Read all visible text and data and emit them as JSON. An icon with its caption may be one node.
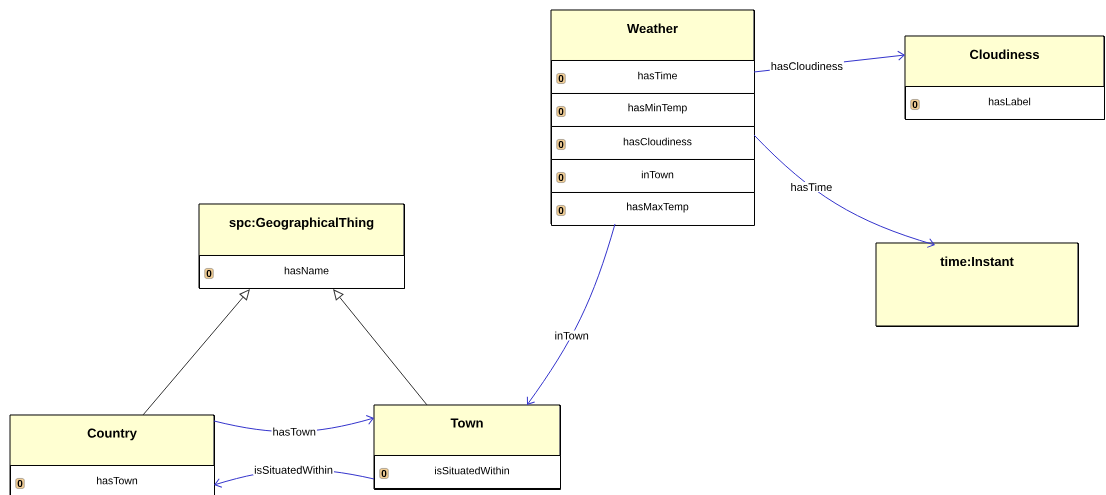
{
  "diagram": {
    "nodes": [
      {
        "text": [
          "Weather"
        ]
      },
      {
        "text": [
          "0",
          "hasTime"
        ],
        "in": 0
      },
      {
        "text": [
          "0",
          "hasMinTemp"
        ],
        "in": 0
      },
      {
        "text": [
          "0",
          "hasCloudiness"
        ],
        "in": 0
      },
      {
        "text": [
          "0",
          "inTown"
        ],
        "in": 0
      },
      {
        "text": [
          "0",
          "hasMaxTemp"
        ],
        "in": 0
      },
      {
        "text": [
          "Cloudiness"
        ]
      },
      {
        "text": [
          "0",
          "hasLabel"
        ],
        "in": 6
      },
      {
        "text": [
          "time:Instant"
        ]
      },
      {
        "text": [
          "spc:GeographicalThing"
        ]
      },
      {
        "text": [
          "0",
          "hasName"
        ],
        "in": 9
      },
      {
        "text": [
          "Country"
        ]
      },
      {
        "text": [
          "0",
          "hasTown"
        ],
        "in": 11
      },
      {
        "text": [
          "Town"
        ]
      },
      {
        "text": [
          "0",
          "isSituatedWithin"
        ],
        "in": 13
      }
    ],
    "edges": [
      {
        "from": 0,
        "to": 6,
        "arrow": "to",
        "label": "hasCloudiness"
      },
      {
        "from": 0,
        "to": 8,
        "arrow": "to",
        "label": "hasTime"
      },
      {
        "from": 0,
        "to": 13,
        "arrow": "to",
        "label": "inTown"
      },
      {
        "from": 11,
        "to": 13,
        "arrow": "to",
        "label": "hasTown"
      },
      {
        "from": 13,
        "to": 11,
        "arrow": "to",
        "label": "isSituatedWithin"
      },
      {
        "from": 11,
        "to": 9,
        "arrow": "to",
        "color": "#333333"
      },
      {
        "from": 13,
        "to": 9,
        "arrow": "to",
        "color": "#333333"
      }
    ]
  }
}
